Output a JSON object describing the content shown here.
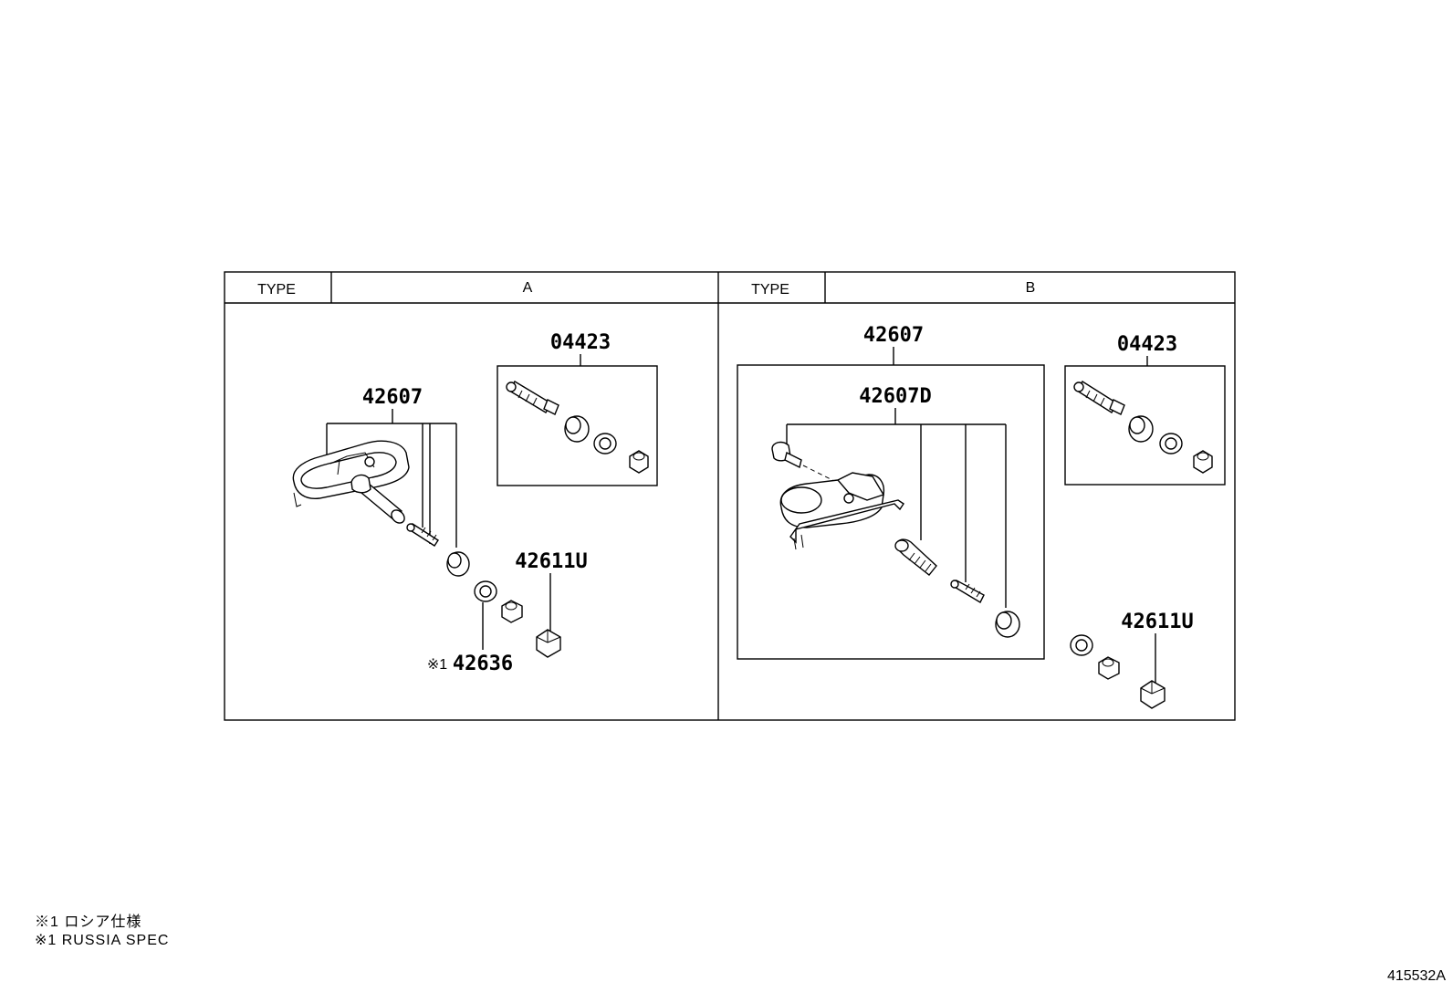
{
  "table": {
    "panel_a": {
      "type_label": "TYPE",
      "type_value": "A"
    },
    "panel_b": {
      "type_label": "TYPE",
      "type_value": "B"
    }
  },
  "parts_a": {
    "sensor": "42607",
    "valve_kit": "04423",
    "cap": "42611U",
    "russia_part": "42636",
    "russia_mark": "※1"
  },
  "parts_b": {
    "sensor": "42607",
    "sensor_sub": "42607D",
    "valve_kit": "04423",
    "cap": "42611U"
  },
  "notes": [
    "※1 ロシア仕様",
    "※1 RUSSIA SPEC"
  ],
  "figure_id": "415532A"
}
